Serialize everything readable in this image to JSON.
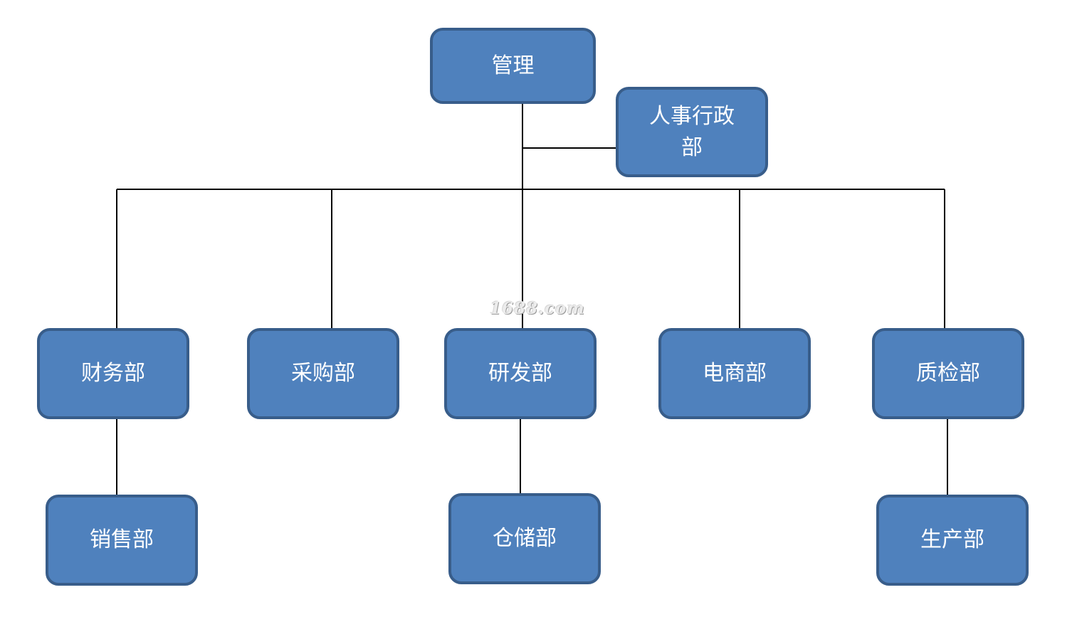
{
  "diagram": {
    "type": "org-chart",
    "nodes": {
      "root": {
        "label": "管理"
      },
      "hr": {
        "label": "人事行政部"
      },
      "finance": {
        "label": "财务部"
      },
      "purchasing": {
        "label": "采购部"
      },
      "rnd": {
        "label": "研发部"
      },
      "ecommerce": {
        "label": "电商部"
      },
      "qc": {
        "label": "质检部"
      },
      "sales": {
        "label": "销售部"
      },
      "warehouse": {
        "label": "仓储部"
      },
      "production": {
        "label": "生产部"
      }
    },
    "edges": [
      [
        "root",
        "hr"
      ],
      [
        "root",
        "finance"
      ],
      [
        "root",
        "purchasing"
      ],
      [
        "root",
        "rnd"
      ],
      [
        "root",
        "ecommerce"
      ],
      [
        "root",
        "qc"
      ],
      [
        "finance",
        "sales"
      ],
      [
        "rnd",
        "warehouse"
      ],
      [
        "qc",
        "production"
      ]
    ],
    "colors": {
      "node_fill": "#4f81bd",
      "node_border": "#385d8a",
      "node_text": "#ffffff",
      "connector": "#000000"
    }
  },
  "watermark": {
    "text": "1688.com"
  }
}
